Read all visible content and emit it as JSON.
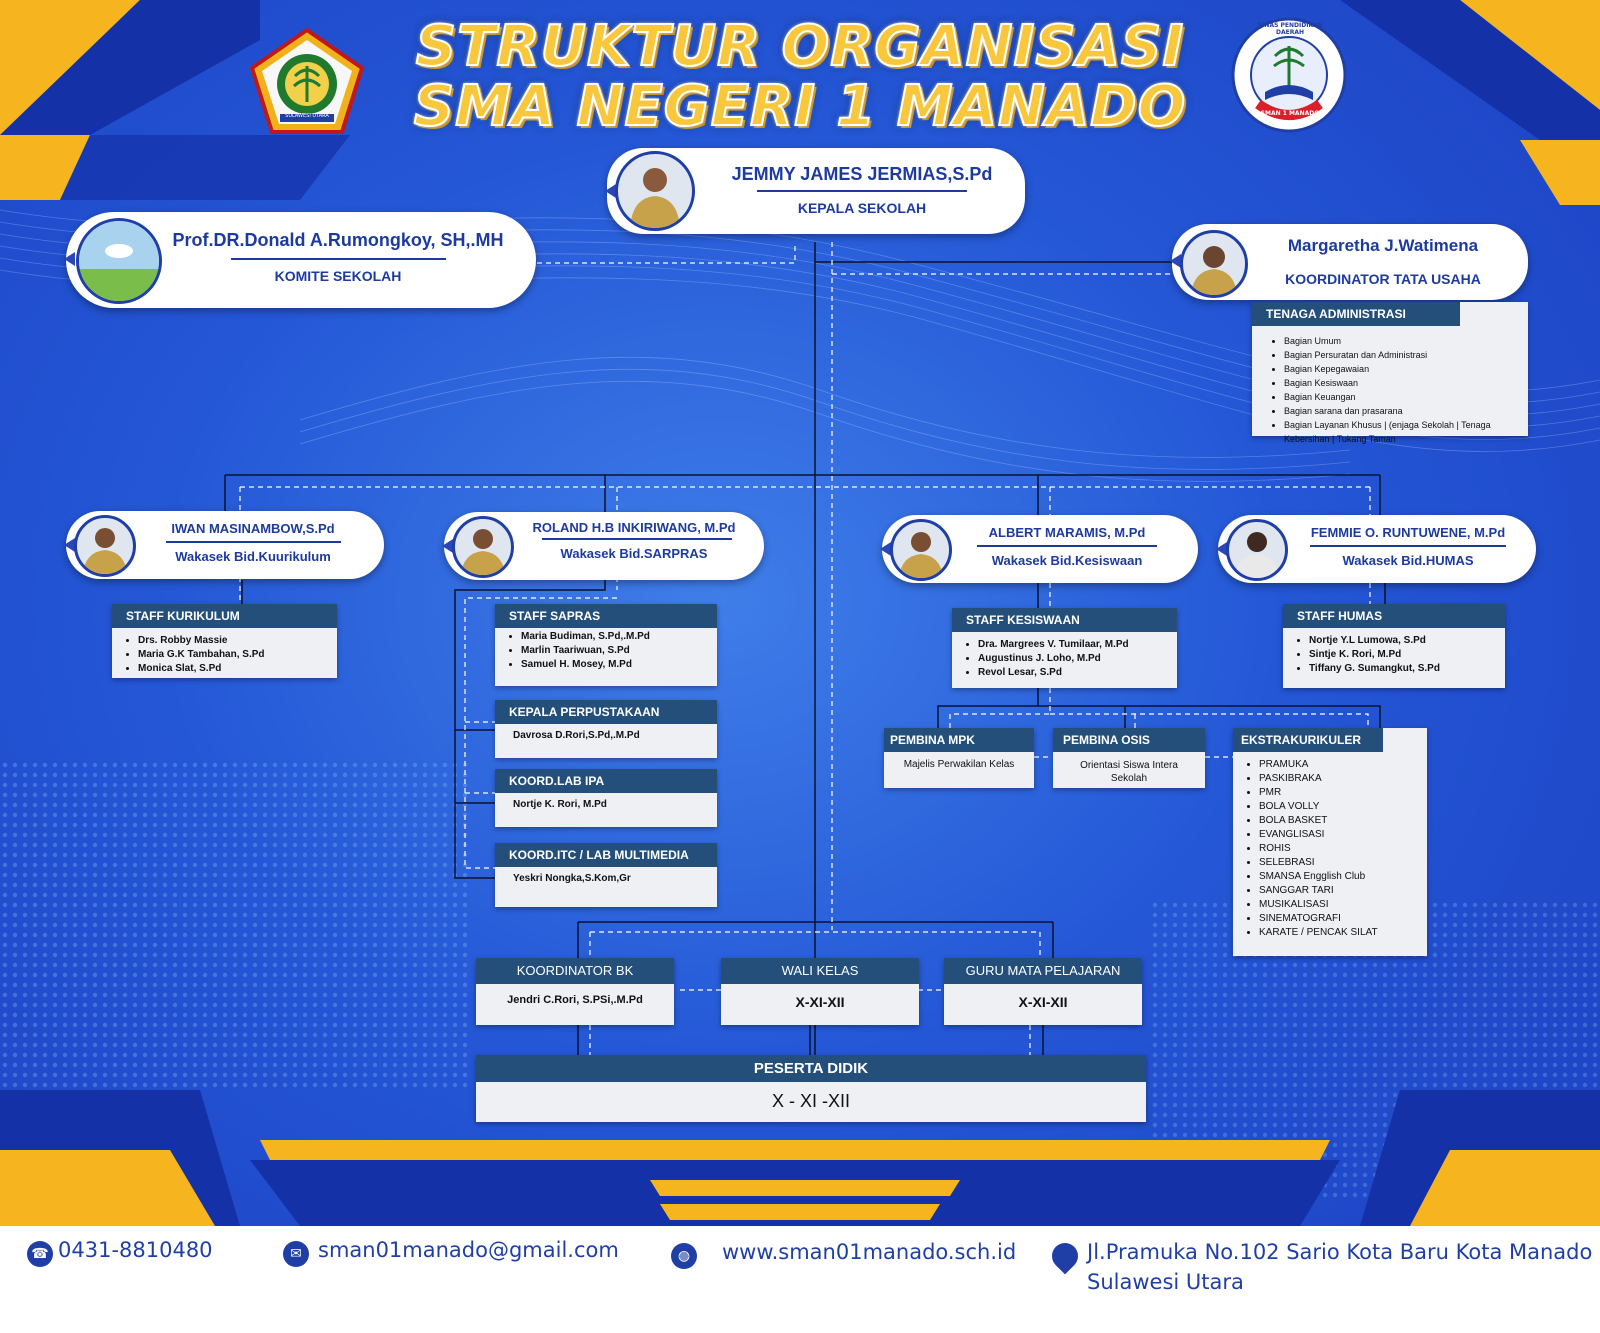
{
  "title": {
    "line1": "STRUKTUR ORGANISASI",
    "line2": "SMA NEGERI 1 MANADO"
  },
  "logo_left": {
    "icon": "sulawesi-utara-emblem",
    "text": "SULAWESI UTARA"
  },
  "logo_right": {
    "icon": "sman1-manado-emblem",
    "text_top": "DINAS PENDIDIKAN DAERAH",
    "text_bottom": "SMAN 1 MANADO"
  },
  "kepala": {
    "name": "JEMMY JAMES JERMIAS,S.Pd",
    "role": "KEPALA SEKOLAH"
  },
  "komite": {
    "name": "Prof.DR.Donald A.Rumongkoy, SH,.MH",
    "role": "KOMITE SEKOLAH"
  },
  "tata_usaha": {
    "name": "Margaretha J.Watimena",
    "role": "KOORDINATOR TATA USAHA"
  },
  "tenaga_admin": {
    "title": "TENAGA ADMINISTRASI",
    "items": [
      "Bagian Umum",
      "Bagian Persuratan dan Administrasi",
      "Bagian Kepegawaian",
      "Bagian Kesiswaan",
      "Bagian Keuangan",
      "Bagian sarana dan prasarana",
      "Bagian Layanan Khusus | (enjaga Sekolah | Tenaga Kebersihan | Tukang Taman"
    ]
  },
  "wakasek": [
    {
      "name": "IWAN MASINAMBOW,S.Pd",
      "role": "Wakasek Bid.Kuurikulum"
    },
    {
      "name": "ROLAND H.B INKIRIWANG, M.Pd",
      "role": "Wakasek Bid.SARPRAS"
    },
    {
      "name": "ALBERT MARAMIS, M.Pd",
      "role": "Wakasek Bid.Kesiswaan"
    },
    {
      "name": "FEMMIE O. RUNTUWENE, M.Pd",
      "role": "Wakasek Bid.HUMAS"
    }
  ],
  "staff_kurikulum": {
    "title": "STAFF KURIKULUM",
    "items": [
      "Drs. Robby Massie",
      "Maria G.K Tambahan, S.Pd",
      "Monica Slat, S.Pd"
    ]
  },
  "staff_sapras": {
    "title": "STAFF SAPRAS",
    "items": [
      "Maria Budiman,  S.Pd,.M.Pd",
      "Marlin Taariwuan, S.Pd",
      "Samuel H. Mosey, M.Pd"
    ]
  },
  "kepala_perpus": {
    "title": "KEPALA PERPUSTAKAAN",
    "value": "Davrosa D.Rori,S.Pd,.M.Pd"
  },
  "koord_lab_ipa": {
    "title": "KOORD.LAB IPA",
    "value": "Nortje K. Rori, M.Pd"
  },
  "koord_itc": {
    "title": "KOORD.ITC / LAB MULTIMEDIA",
    "value": "Yeskri Nongka,S.Kom,Gr"
  },
  "staff_kesiswaan": {
    "title": "STAFF KESISWAAN",
    "items": [
      "Dra. Margrees V. Tumilaar, M.Pd",
      "Augustinus J. Loho, M.Pd",
      "Revol Lesar, S.Pd"
    ]
  },
  "staff_humas": {
    "title": "STAFF HUMAS",
    "items": [
      "Nortje Y.L Lumowa, S.Pd",
      "Sintje K. Rori, M.Pd",
      "Tiffany G. Sumangkut, S.Pd"
    ]
  },
  "pembina_mpk": {
    "title": "PEMBINA MPK",
    "value": "Majelis Perwakilan Kelas"
  },
  "pembina_osis": {
    "title": "PEMBINA OSIS",
    "value": "Orientasi Siswa Intera Sekolah"
  },
  "ekstrakurikuler": {
    "title": "EKSTRAKURIKULER",
    "items": [
      "PRAMUKA",
      "PASKIBRAKA",
      "PMR",
      "BOLA VOLLY",
      "BOLA BASKET",
      "EVANGLISASI",
      "ROHIS",
      "SELEBRASI",
      "SMANSA Engglish Club",
      "SANGGAR TARI",
      "MUSIKALISASI",
      "SINEMATOGRAFI",
      "KARATE / PENCAK SILAT"
    ]
  },
  "koordinator_bk": {
    "title": "KOORDINATOR BK",
    "value": "Jendri C.Rori, S.PSi,.M.Pd"
  },
  "wali_kelas": {
    "title": "WALI KELAS",
    "value": "X-XI-XII"
  },
  "guru_mapel": {
    "title": "GURU MATA PELAJARAN",
    "value": "X-XI-XII"
  },
  "peserta_didik": {
    "title": "PESERTA DIDIK",
    "value": "X - XI -XII"
  },
  "footer": {
    "phone": "0431-8810480",
    "email": "sman01manado@gmail.com",
    "website": "www.sman01manado.sch.id",
    "address_line1": "Jl.Pramuka No.102 Sario Kota Baru Kota Manado",
    "address_line2": "Sulawesi Utara"
  },
  "colors": {
    "accent_yellow": "#f6b51e",
    "deep_blue": "#1b3fc0",
    "box_header": "#234f7a",
    "text_blue": "#1d3a9f"
  }
}
